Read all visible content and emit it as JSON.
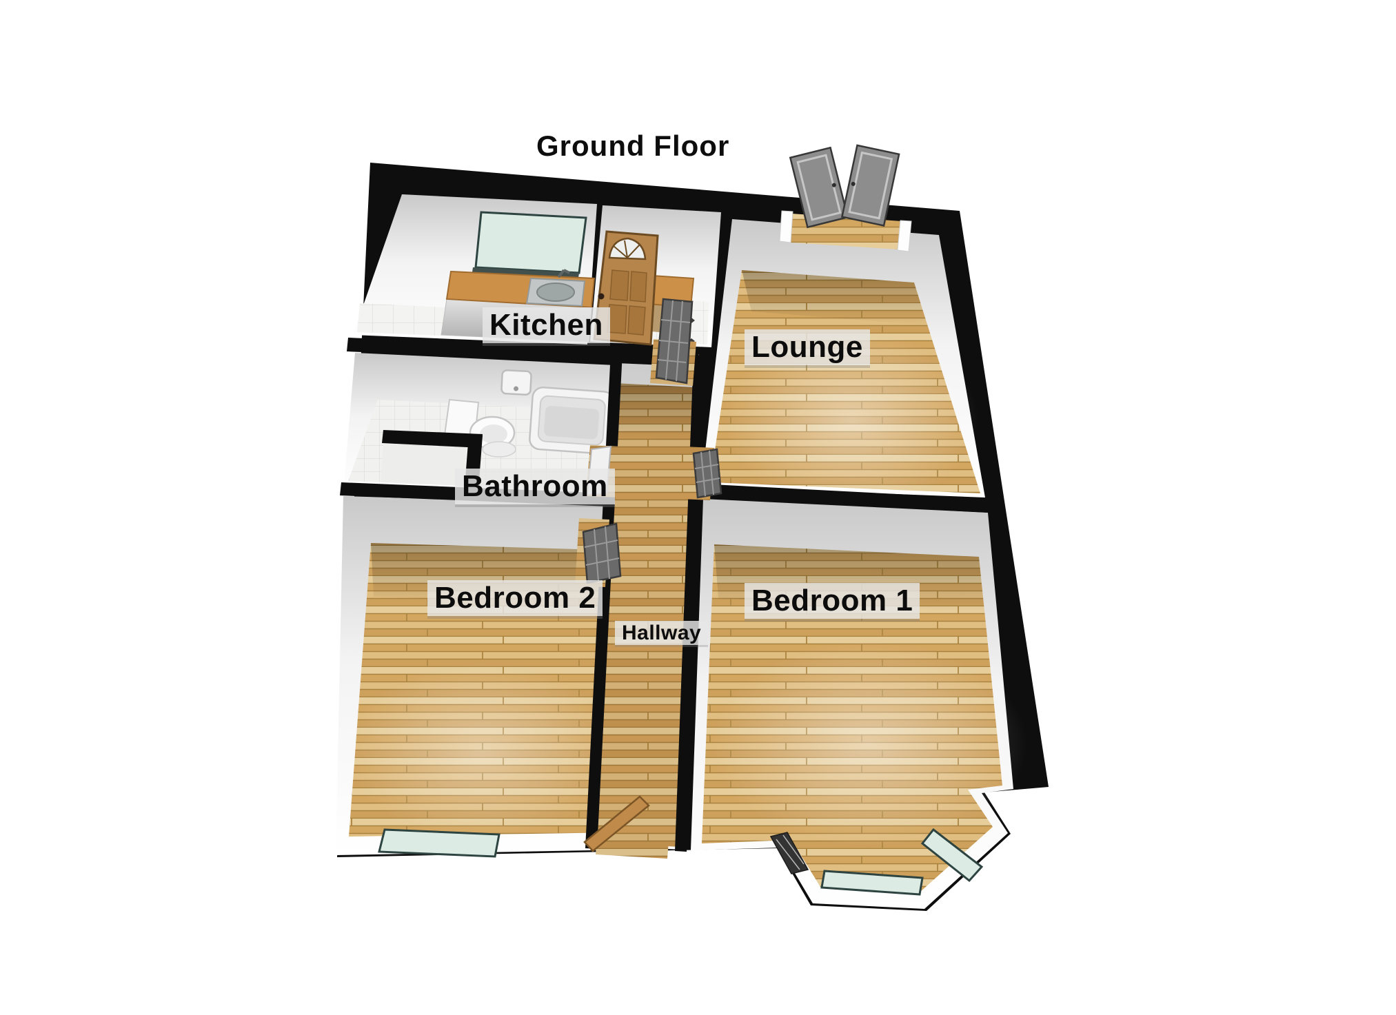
{
  "title": "Ground Floor",
  "rooms": [
    {
      "name": "kitchen",
      "label": "Kitchen"
    },
    {
      "name": "lounge",
      "label": "Lounge"
    },
    {
      "name": "bathroom",
      "label": "Bathroom"
    },
    {
      "name": "bedroom-2",
      "label": "Bedroom 2"
    },
    {
      "name": "bedroom-1",
      "label": "Bedroom 1"
    },
    {
      "name": "hallway",
      "label": "Hallway"
    }
  ],
  "fixtures": [
    "exterior-walls",
    "kitchen-window",
    "kitchen-counter",
    "kitchen-sink",
    "side-counter",
    "front-door",
    "entry-glazed-door",
    "lounge-french-doors",
    "bathroom-sink",
    "toilet",
    "bathtub",
    "bathroom-door",
    "bedroom-2-door",
    "bedroom-1-door",
    "bedroom-2-window",
    "bay-window",
    "rear-door"
  ],
  "colors": {
    "background": "#ffffff",
    "wall": "#0e0e0e",
    "wood_floor": "#dcb06c",
    "hall_wood_floor": "#d2a360",
    "tile_floor": "#f3f3f1",
    "window_glass": "#dcebe4",
    "counter_wood": "#cd9049",
    "front_door_wood": "#b5854c",
    "interior_door_gray": "#6a6a6a",
    "label_text": "#0c0c0c",
    "label_background": "rgba(230,230,230,0.82)"
  }
}
